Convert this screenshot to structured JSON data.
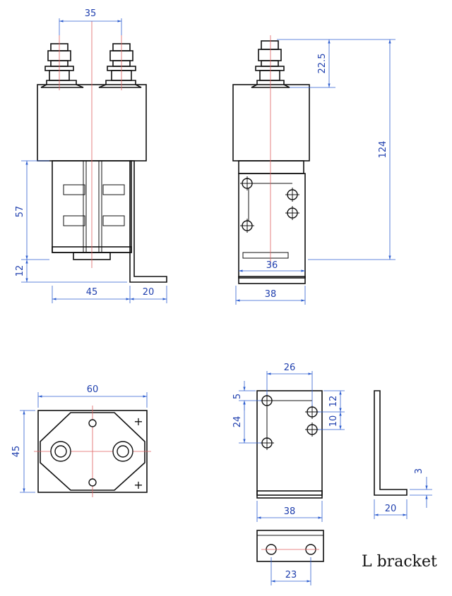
{
  "dimensions": {
    "front_terminal_spacing": "35",
    "front_height": "57",
    "front_base": "12",
    "front_width": "45",
    "bracket_foot": "20",
    "side_terminal": "22.5",
    "side_total_height": "124",
    "side_inner_width": "36",
    "side_width": "38",
    "top_width": "60",
    "top_height": "45",
    "bracket_hole_span": "26",
    "bracket_top_offset": "5",
    "bracket_hole_gap": "24",
    "bracket_right_offset": "12",
    "bracket_right_gap": "10",
    "bracket_width": "38",
    "bracket_thickness": "3",
    "bracket_foot_length": "20",
    "bracket_bottom_width": "38",
    "bracket_bottom_hole_span": "23"
  },
  "labels": {
    "caption": "L bracket",
    "plus_top": "+",
    "plus_bottom": "+"
  }
}
